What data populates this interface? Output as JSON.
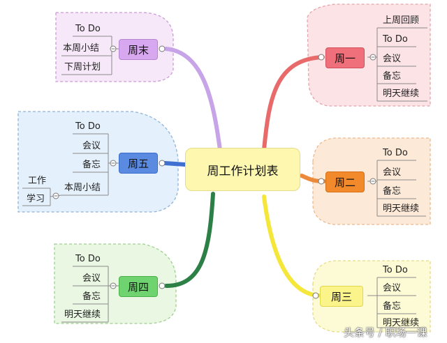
{
  "center": "周工作计划表",
  "weekend": {
    "label": "周末",
    "items": [
      "To Do",
      "本周小结",
      "下周计划"
    ]
  },
  "fri": {
    "label": "周五",
    "items": [
      "To Do",
      "会议",
      "备忘",
      "本周小结"
    ],
    "sub": [
      "工作",
      "学习"
    ]
  },
  "thu": {
    "label": "周四",
    "items": [
      "To Do",
      "会议",
      "备忘",
      "明天继续"
    ]
  },
  "mon": {
    "label": "周一",
    "items": [
      "上周回顾",
      "To Do",
      "会议",
      "备忘",
      "明天继续"
    ]
  },
  "tue": {
    "label": "周二",
    "items": [
      "To Do",
      "会议",
      "备忘",
      "明天继续"
    ]
  },
  "wed": {
    "label": "周三",
    "items": [
      "To Do",
      "会议",
      "备忘",
      "明天继续"
    ]
  },
  "watermark": "头条号 / 职场一课",
  "colors": {
    "weekend": "#d9a6ee",
    "fri": "#4a7fdc",
    "thu": "#2f8a4a",
    "mon": "#e06060",
    "tue": "#ec8a3c",
    "wed": "#f4e33a",
    "center": "#fdf7b0"
  }
}
